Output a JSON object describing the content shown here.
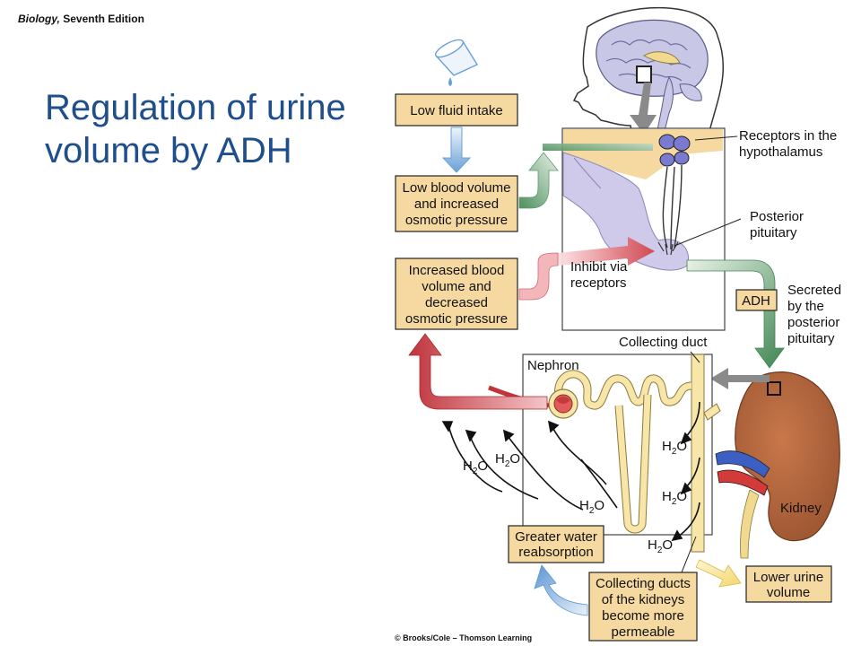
{
  "header": {
    "book_title": "Biology,",
    "edition": " Seventh Edition"
  },
  "slide": {
    "title_line1": "Regulation of urine",
    "title_line2": "volume by ADH"
  },
  "boxes": {
    "low_fluid": [
      "Low fluid intake"
    ],
    "low_blood": [
      "Low blood volume",
      "and increased",
      "osmotic pressure"
    ],
    "increased_blood": [
      "Increased blood",
      "volume and",
      "decreased",
      "osmotic pressure"
    ],
    "greater_water": [
      "Greater water",
      "reabsorption"
    ],
    "collecting_ducts": [
      "Collecting ducts",
      "of the kidneys",
      "become more",
      "permeable"
    ],
    "lower_urine": [
      "Lower urine",
      "volume"
    ],
    "adh": [
      "ADH"
    ]
  },
  "labels": {
    "receptors": [
      "Receptors in the",
      "hypothalamus"
    ],
    "posterior": [
      "Posterior",
      "pituitary"
    ],
    "inhibit": [
      "Inhibit via",
      "receptors"
    ],
    "secreted": [
      "Secreted",
      "by the",
      "posterior",
      "pituitary"
    ],
    "collecting_duct": "Collecting duct",
    "nephron": "Nephron",
    "kidney": "Kidney",
    "h2o": "H",
    "h2o_sub": "2",
    "h2o_tail": "O"
  },
  "copyright": "© Brooks/Cole – Thomson Learning",
  "colors": {
    "title": "#1f4e8c",
    "box_fill": "#f5d9a0",
    "box_stroke": "#222222",
    "brain": "#c9c7e6",
    "pituitary": "#cfcaea",
    "kidney": "#b8683b",
    "nephron": "#f8e6a8",
    "green_arrow": "#5c9a6c",
    "red_arrow": "#c0454a",
    "blue_arrow": "#6aa0d8"
  }
}
